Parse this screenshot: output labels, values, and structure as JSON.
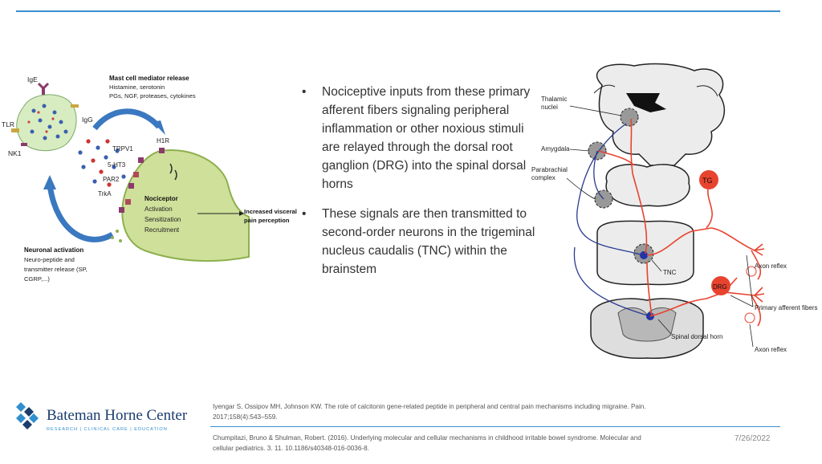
{
  "left_figure": {
    "mast_title": "Mast cell mediator release",
    "mast_lines": [
      "Histamine, serotonin",
      "PGs, NGF, proteases, cytokines"
    ],
    "labels": {
      "ige": "IgE",
      "igg": "IgG",
      "tlr": "TLR",
      "nk1": "NK1",
      "trpv1": "TRPV1",
      "ht3": "5-HT3",
      "par2": "PAR2",
      "trka": "TrkA",
      "h1r": "H1R"
    },
    "nociceptor_title": "Nociceptor",
    "nociceptor_lines": [
      "Activation",
      "Sensitization",
      "Recruitment"
    ],
    "visceral_lines": [
      "Increased visceral",
      "pain perception"
    ],
    "neuronal_title": "Neuronal activation",
    "neuronal_lines": [
      "Neuro-peptide and",
      "transmitter release (SP,",
      "CGRP,...)"
    ]
  },
  "bullets": [
    "Nociceptive inputs from these primary afferent fibers signaling peripheral inflammation or other noxious stimuli  are relayed through the dorsal root ganglion (DRG) into the spinal dorsal horns",
    "These signals are then transmitted to second-order neurons in the trigeminal nucleus caudalis (TNC) within the brainstem"
  ],
  "bullet_symbol": "•",
  "right_figure": {
    "thalamic": [
      "Thalamic",
      "nuclei"
    ],
    "amygdala": "Amygdala",
    "parabrachial": [
      "Parabrachial",
      "complex"
    ],
    "tg": "TG",
    "drg": "DRG",
    "tnc": "TNC",
    "axon_reflex_top": "Axon reflex",
    "primary_afferent": "Primary afferent fibers",
    "spinal_dorsal_horn": "Spinal dorsal horn",
    "axon_reflex_bottom": "Axon reflex"
  },
  "logo": {
    "name": "Bateman Horne Center",
    "tagline": "RESEARCH | CLINICAL CARE | EDUCATION"
  },
  "references": [
    "Iyengar S, Ossipov MH, Johnson KW. The role of calcitonin gene-related peptide in peripheral and central pain mechanisms including migraine. Pain. 2017;158(4):543–559.",
    "Chumpitazi, Bruno & Shulman, Robert. (2016). Underlying molecular and cellular mechanisms in childhood irritable bowel syndrome. Molecular and cellular pediatrics. 3. 11. 10.1186/s40348-016-0036-8."
  ],
  "date": "7/26/2022",
  "colors": {
    "accent": "#3a8fd0",
    "nerve_red": "#e8432f",
    "nerve_blue": "#2a3b8f",
    "nociceptor_green": "#cfe09a"
  }
}
